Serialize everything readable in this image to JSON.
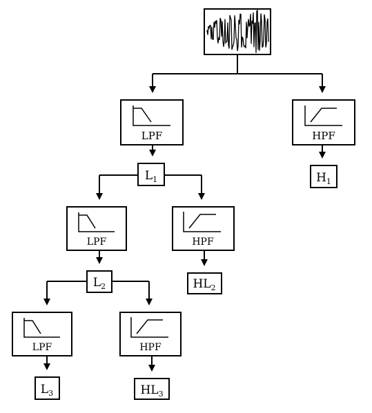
{
  "colors": {
    "line": "#000000",
    "box_fill": "#ffffff",
    "background": "#ffffff"
  },
  "input": {
    "icon": "noisy-signal-icon"
  },
  "filters": {
    "lpf_1": {
      "label": "LPF",
      "icon": "lowpass-response-icon"
    },
    "hpf_1": {
      "label": "HPF",
      "icon": "highpass-response-icon"
    },
    "lpf_2": {
      "label": "LPF",
      "icon": "lowpass-response-icon"
    },
    "hpf_2": {
      "label": "HPF",
      "icon": "highpass-response-icon"
    },
    "lpf_3": {
      "label": "LPF",
      "icon": "lowpass-response-icon"
    },
    "hpf_3": {
      "label": "HPF",
      "icon": "highpass-response-icon"
    }
  },
  "outputs": {
    "l1": {
      "base": "L",
      "sub": "1"
    },
    "h1": {
      "base": "H",
      "sub": "1"
    },
    "l2": {
      "base": "L",
      "sub": "2"
    },
    "hl2": {
      "base": "HL",
      "sub": "2"
    },
    "l3": {
      "base": "L",
      "sub": "3"
    },
    "hl3": {
      "base": "HL",
      "sub": "3"
    }
  }
}
